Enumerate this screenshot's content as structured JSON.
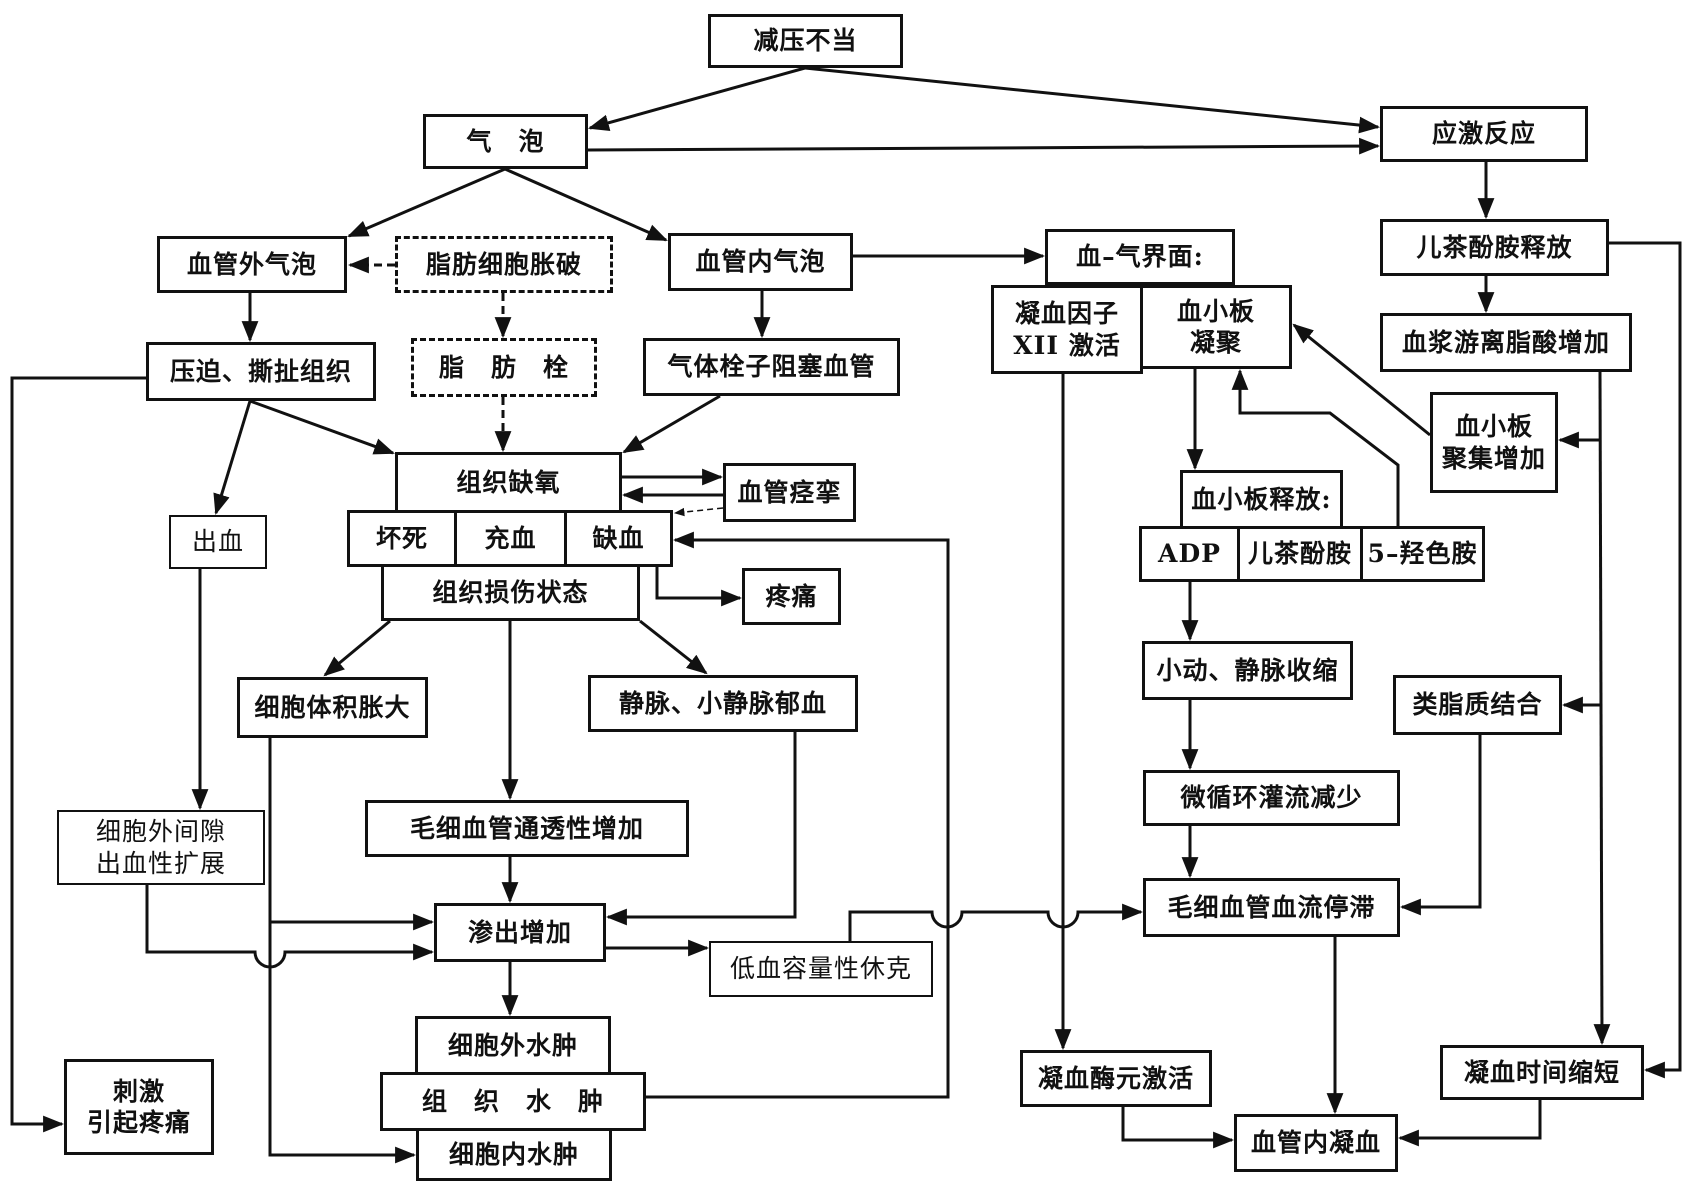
{
  "title": "减压病发病机理示意图",
  "nodes": {
    "decompression": "减压不当",
    "bubbles": "气　泡",
    "stress_response": "应激反应",
    "extravascular_bubbles": "血管外气泡",
    "fat_cell_rupture": "脂肪细胞胀破",
    "intravascular_bubbles": "血管内气泡",
    "blood_gas_interface": "血–气界面:",
    "factor_xii": "凝血因子\nXII 激活",
    "platelet_aggregation": "血小板\n凝聚",
    "catecholamine_release": "儿茶酚胺释放",
    "plasma_ffa": "血浆游离脂酸增加",
    "compress_tear": "压迫、撕扯组织",
    "fat_embolism": "脂　肪　栓",
    "gas_embolism": "气体栓子阻塞血管",
    "tissue_hypoxia": "组织缺氧",
    "vasospasm": "血管痉挛",
    "necrosis": "坏死",
    "congestion": "充血",
    "ischemia": "缺血",
    "hemorrhage": "出血",
    "tissue_injury": "组织损伤状态",
    "pain": "疼痛",
    "platelet_agg_increase": "血小板\n聚集增加",
    "platelet_release": "血小板释放:",
    "adp": "ADP",
    "catecholamine": "儿茶酚胺",
    "serotonin": "5–羟色胺",
    "cell_swelling": "细胞体积胀大",
    "venous_congestion": "静脉、小静脉郁血",
    "vasoconstriction": "小动、静脉收缩",
    "lipid_binding": "类脂质结合",
    "capillary_permeability": "毛细血管通透性增加",
    "microcirculation_reduced": "微循环灌流减少",
    "extracellular_hemorrhage": "细胞外间隙\n出血性扩展",
    "exudation": "渗出增加",
    "capillary_stasis": "毛细血管血流停滞",
    "hypovolemic_shock": "低血容量性休克",
    "extracellular_edema": "细胞外水肿",
    "tissue_edema": "组　织　水　肿",
    "intracellular_edema": "细胞内水肿",
    "stimulation_pain": "刺激\n引起疼痛",
    "prothrombin_activation": "凝血酶元激活",
    "clotting_time_shortened": "凝血时间缩短",
    "intravascular_coagulation": "血管内凝血"
  },
  "colors": {
    "ink": "#111111",
    "paper": "#ffffff"
  }
}
